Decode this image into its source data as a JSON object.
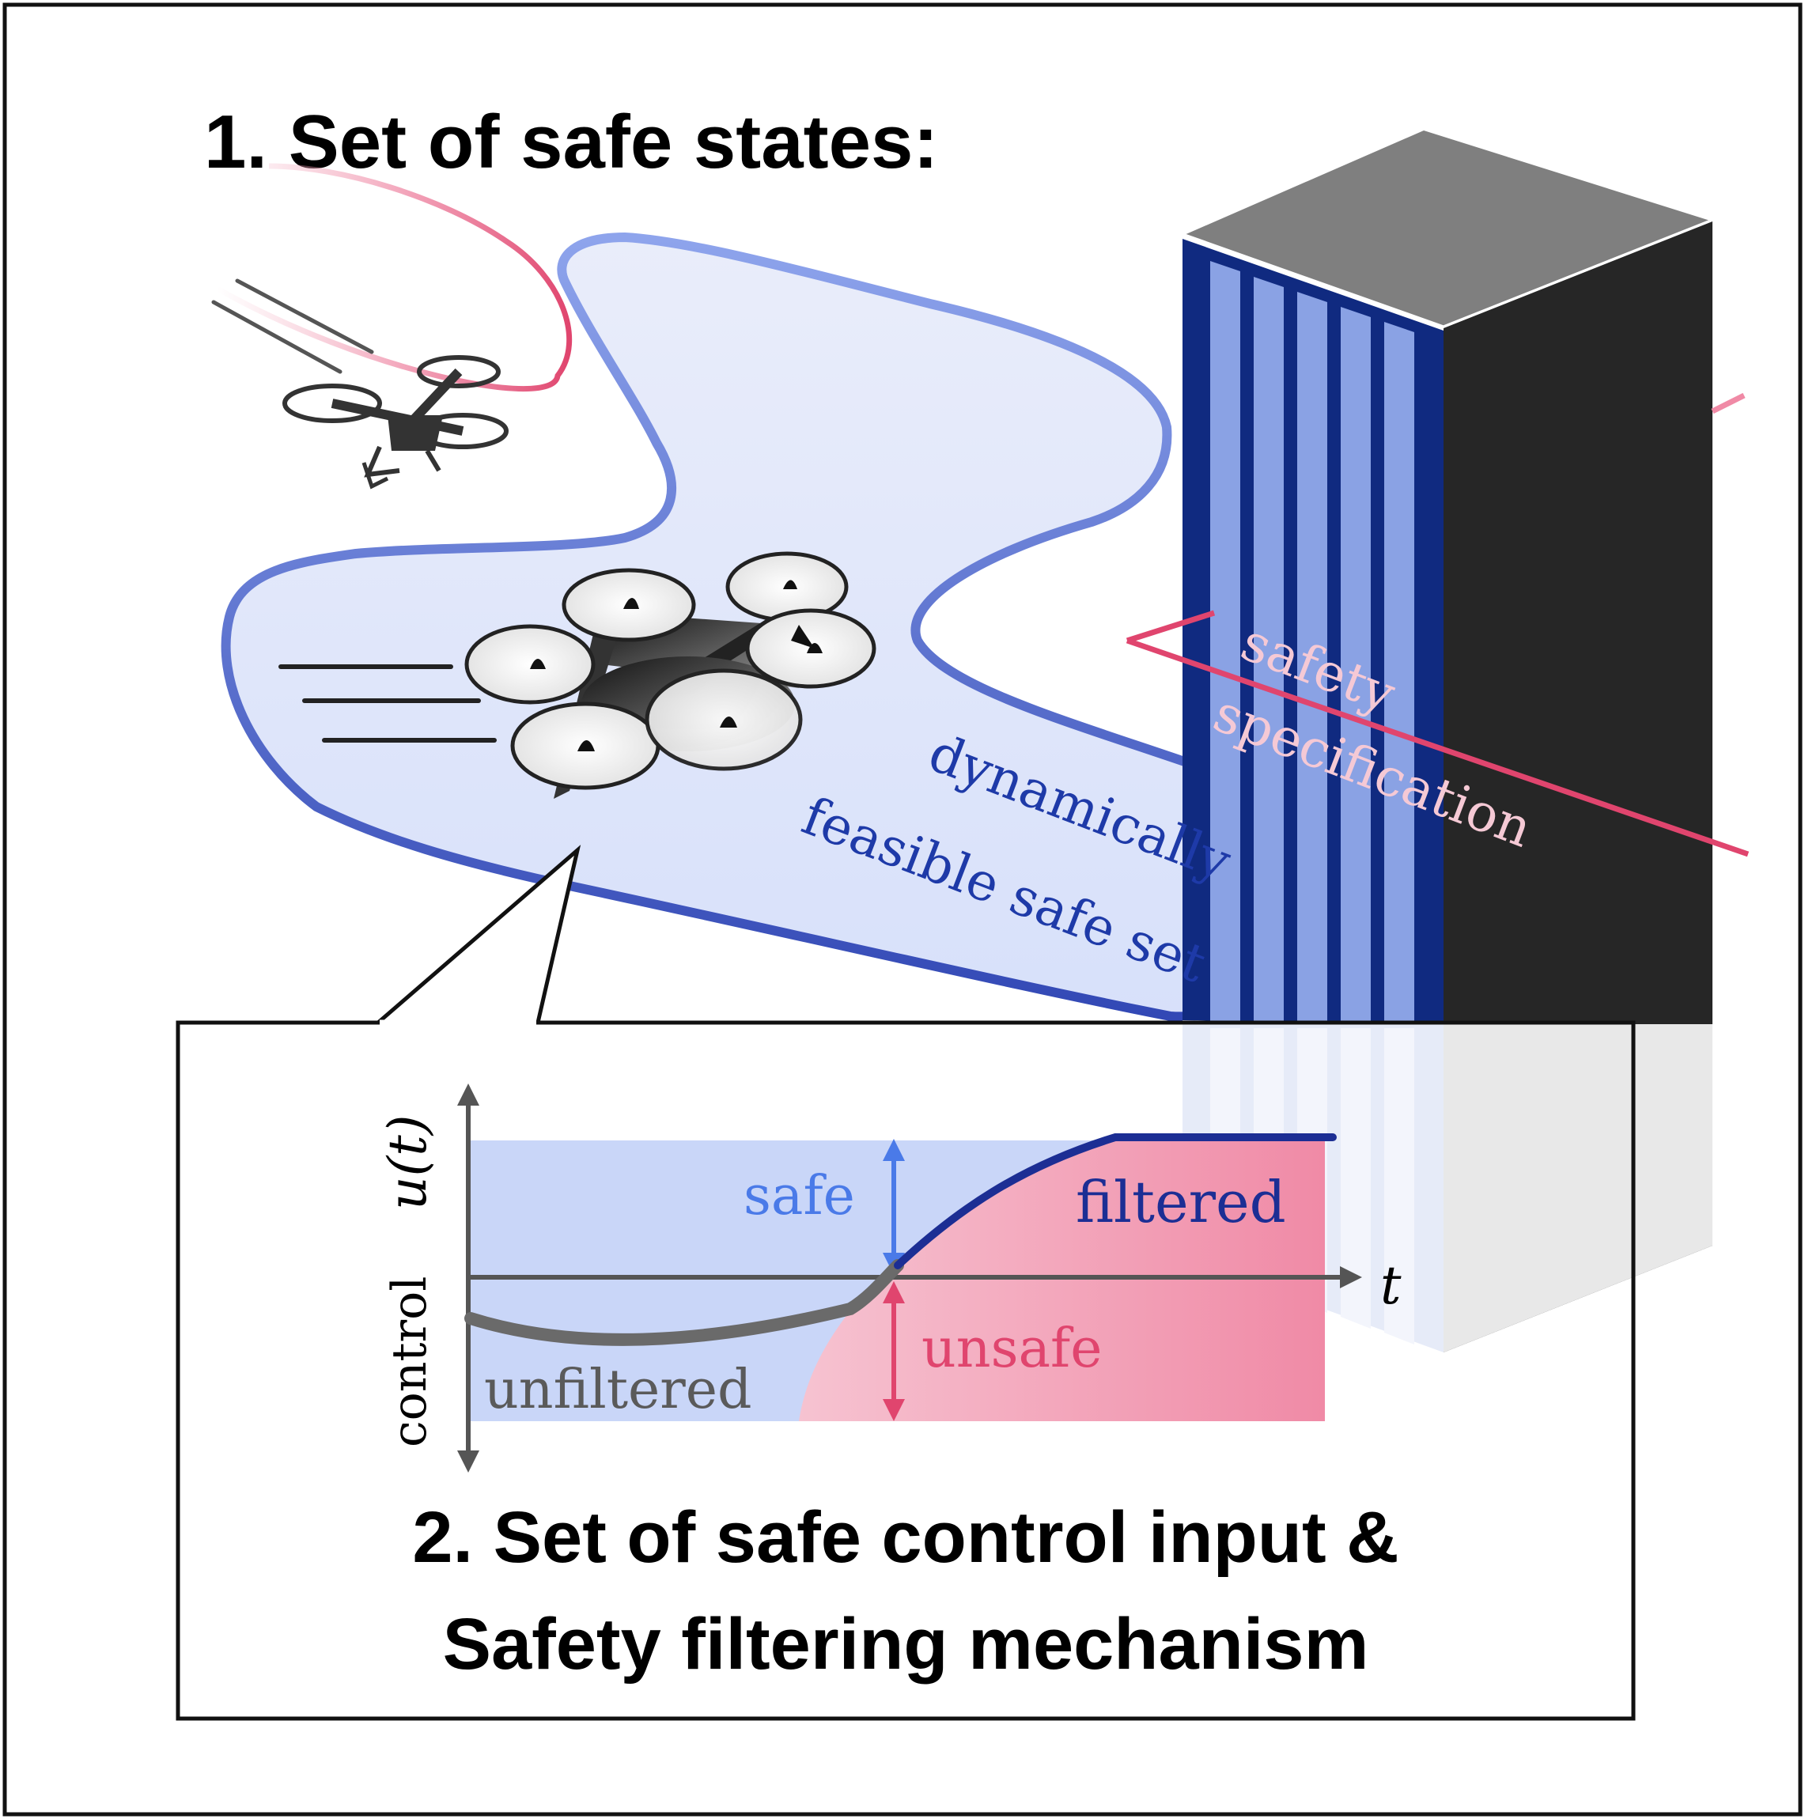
{
  "section1": {
    "title": "1. Set of safe states:"
  },
  "labels": {
    "safe_set_line1": "dynamically",
    "safe_set_line2": "feasible safe set",
    "spec_line1": "safety",
    "spec_line2": "specification"
  },
  "inset": {
    "y_axis_word": "control",
    "y_axis_symbol": "u(t)",
    "x_axis_symbol": "t",
    "safe": "safe",
    "unsafe": "unsafe",
    "filtered": "filtered",
    "unfiltered": "unfiltered",
    "title_line1": "2. Set of safe control input &",
    "title_line2": "Safety filtering mechanism"
  },
  "colors": {
    "safe_set_stroke": "#3a55c0",
    "safe_set_fill": "#dbe3fb",
    "spec_line": "#e0456e",
    "spec_text": "#f5c9d5",
    "building_front": "#102a80",
    "building_stripe": "#8aa2e4",
    "building_side": "#262626",
    "building_top": "#7f7f7f",
    "safe_region": "#c9d6f8",
    "unsafe_region": "#f08aa6",
    "filtered_line": "#1c2e94",
    "unfiltered_line": "#6a6a6a",
    "safe_text": "#4a7ae8",
    "unsafe_text": "#e0456e",
    "filtered_text": "#1c2e94"
  },
  "icons": {
    "small_drone": "drone-icon",
    "large_drone": "quadrotor-icon",
    "building": "building-icon"
  }
}
